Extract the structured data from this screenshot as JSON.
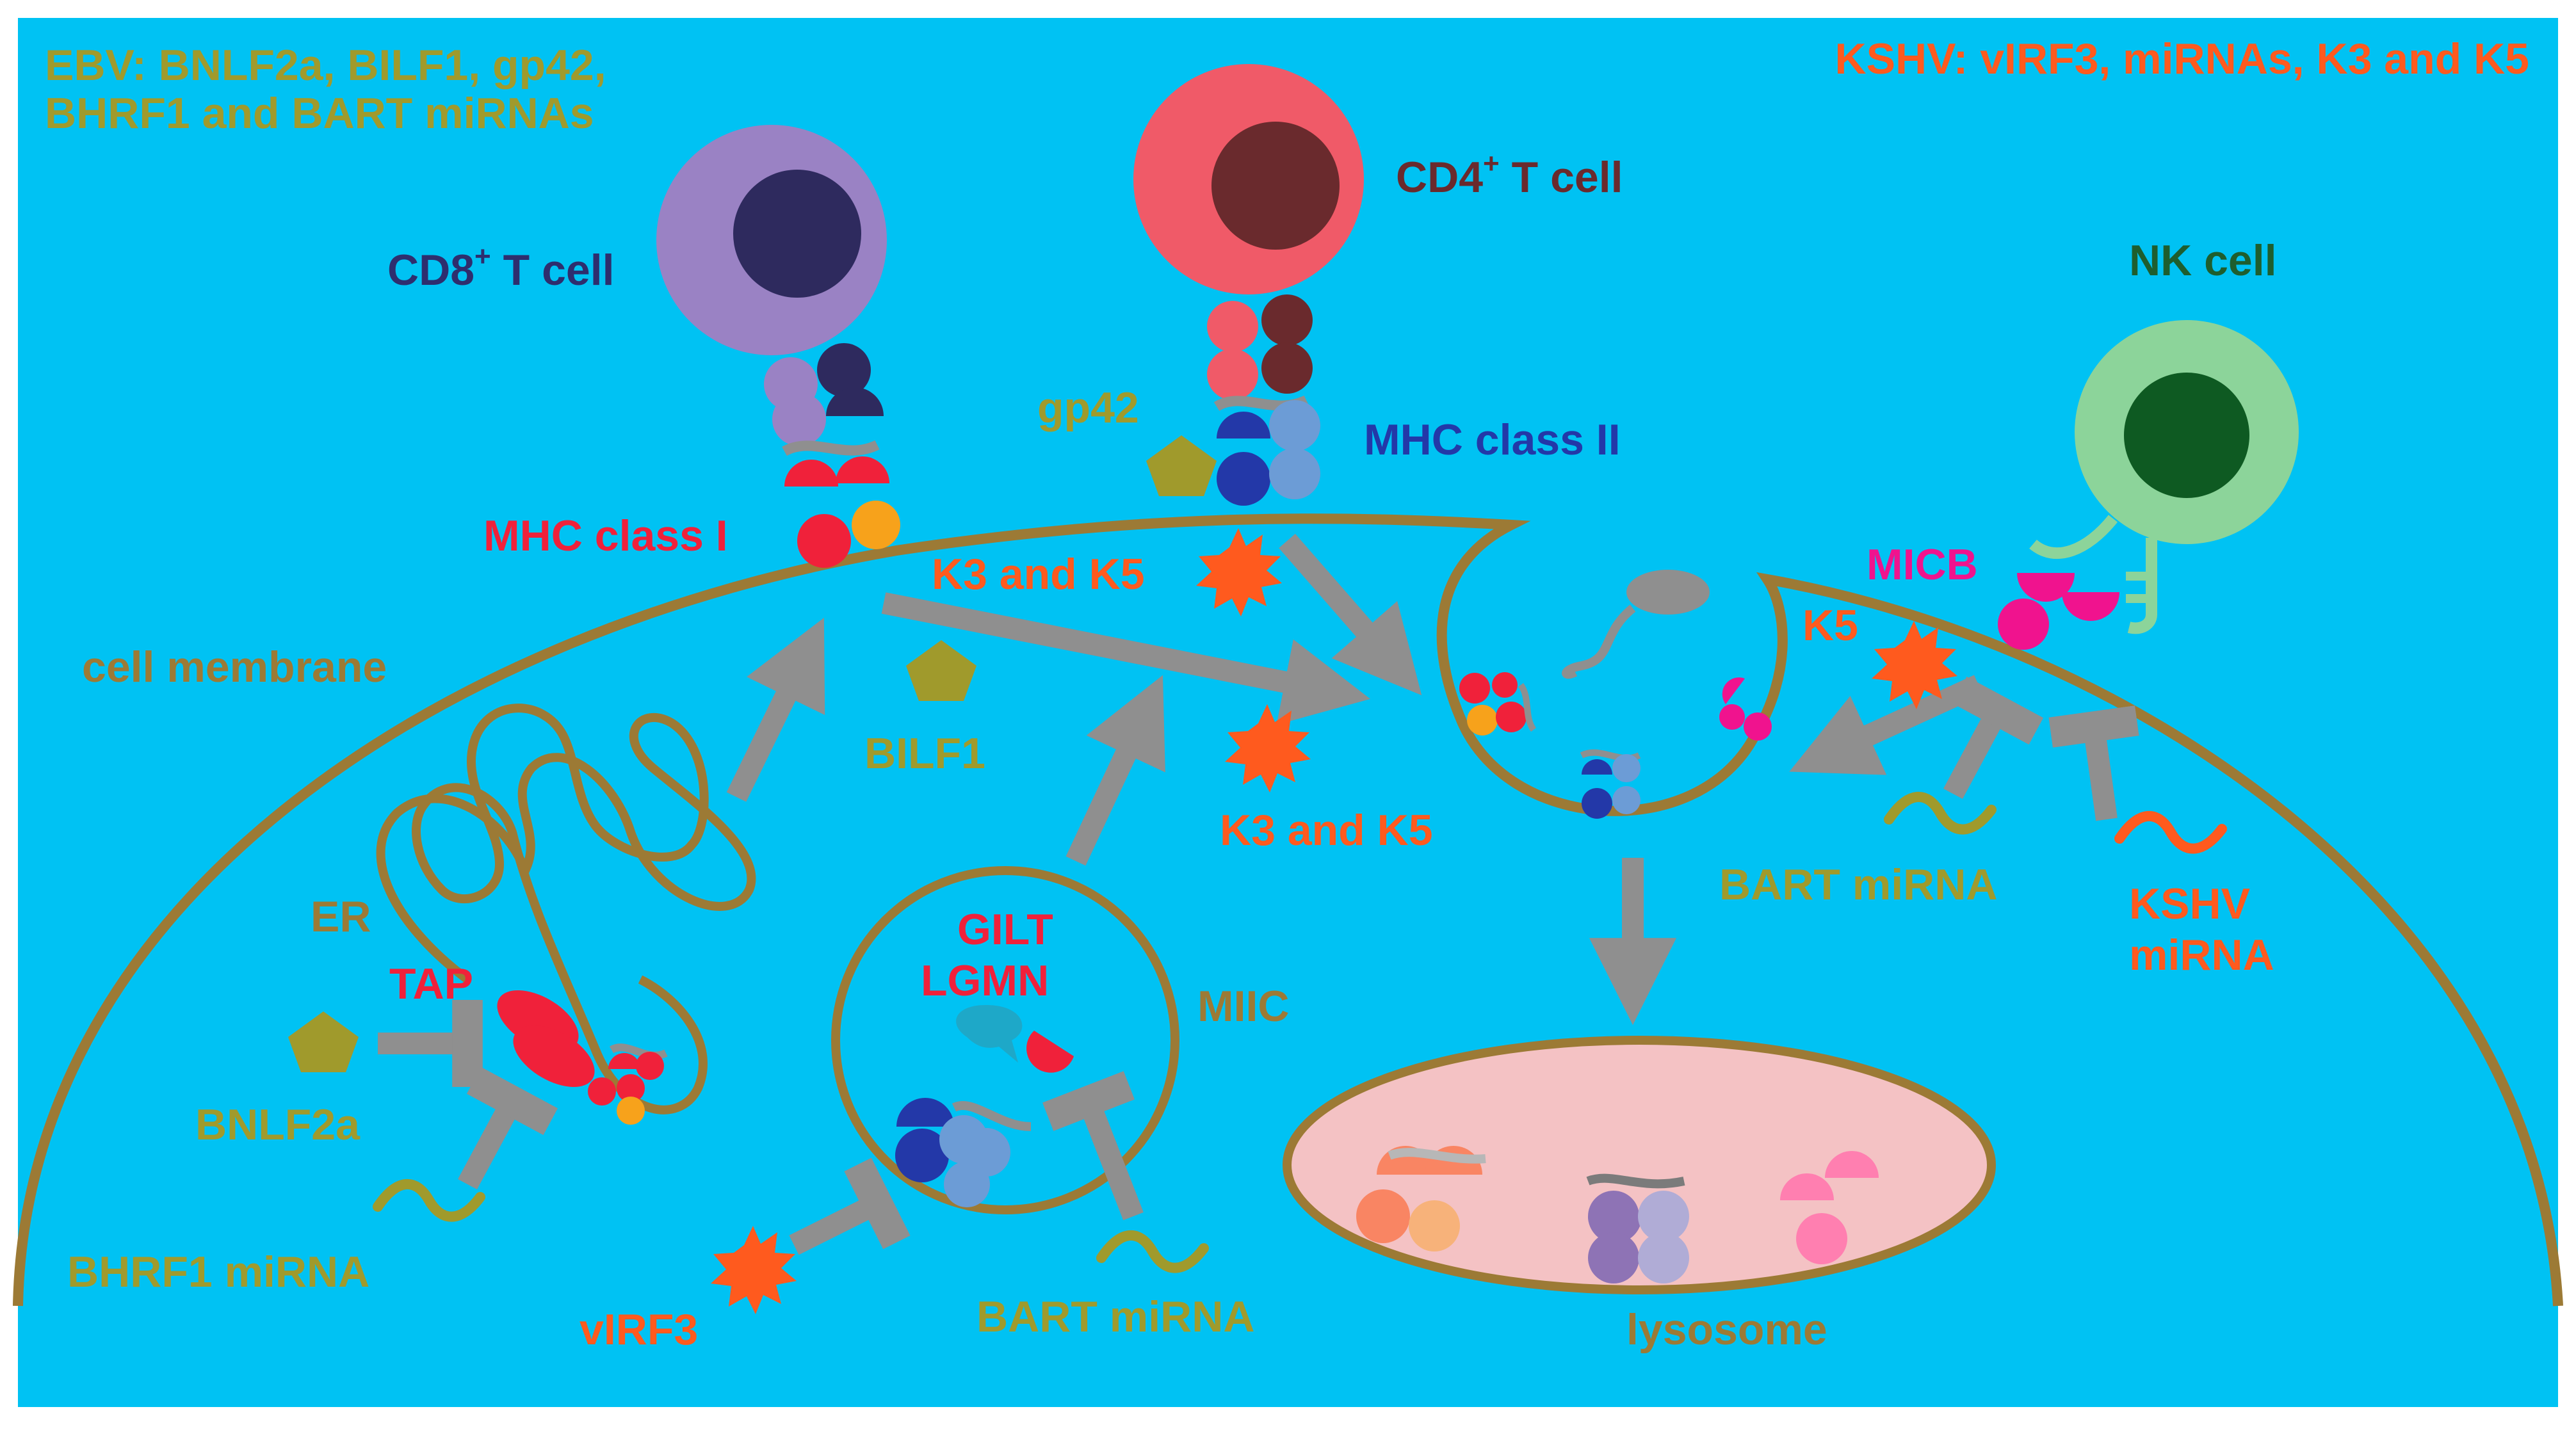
{
  "colors": {
    "background": "#00C2F3",
    "membrane": "#9C7A35",
    "arrow": "#8F8F8F",
    "ebv": "#A09A2C",
    "kshv": "#FF5A1E",
    "mhc1": "#F0213A",
    "mhc2": "#2338A8",
    "cd8": "#2E2E6E",
    "cd4": "#6A2A2D",
    "nk": "#1E5E2E",
    "micb": "#F0138E",
    "lysosome_fill": "#F4C2C4"
  },
  "labels": {
    "ebv_header": [
      "EBV: BNLF2a, BILF1, gp42,",
      "BHRF1 and BART miRNAs"
    ],
    "kshv_header": "KSHV: vIRF3, miRNAs, K3 and K5",
    "cd8_t_cell": {
      "main": "CD8",
      "sup": "+",
      "rest": " T cell"
    },
    "cd4_t_cell": {
      "main": "CD4",
      "sup": "+",
      "rest": " T cell"
    },
    "nk_cell": "NK cell",
    "mhc_class_i": "MHC class I",
    "mhc_class_ii": "MHC class II",
    "gp42": "gp42",
    "k3_k5_top": "K3 and K5",
    "k3_k5_mid": "K3 and K5",
    "bilf1": "BILF1",
    "cell_membrane": "cell membrane",
    "micb": "MICB",
    "k5": "K5",
    "er": "ER",
    "tap": "TAP",
    "bnlf2a": "BNLF2a",
    "bhrf1_mirna": "BHRF1 miRNA",
    "virf3": "vIRF3",
    "gilt": "GILT",
    "lgmn": "LGMN",
    "miic": "MIIC",
    "bart_mirna_bottom": "BART miRNA",
    "bart_mirna_right": "BART miRNA",
    "kshv_mirna": [
      "KSHV",
      "miRNA"
    ],
    "lysosome": "lysosome"
  }
}
